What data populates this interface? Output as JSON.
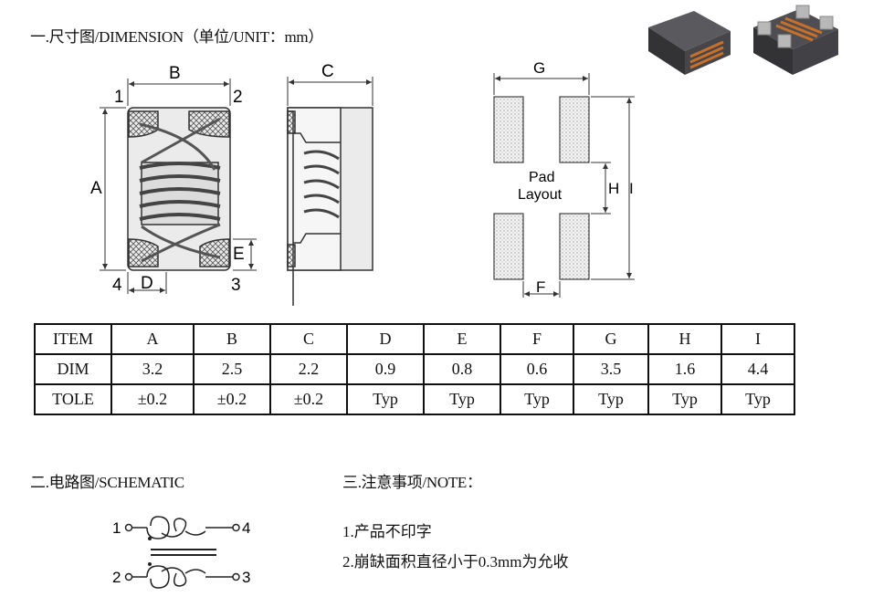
{
  "section1": {
    "title": "一.尺寸图/DIMENSION（单位/UNIT：mm）"
  },
  "drawing": {
    "labels": {
      "B": "B",
      "C": "C",
      "A": "A",
      "D": "D",
      "E": "E",
      "G": "G",
      "H": "H",
      "I": "I",
      "F": "F",
      "p1": "1",
      "p2": "2",
      "p3": "3",
      "p4": "4"
    },
    "pad_layout": {
      "line1": "Pad",
      "line2": "Layout"
    }
  },
  "table": {
    "headers": [
      "ITEM",
      "A",
      "B",
      "C",
      "D",
      "E",
      "F",
      "G",
      "H",
      "I"
    ],
    "rows": [
      [
        "DIM",
        "3.2",
        "2.5",
        "2.2",
        "0.9",
        "0.8",
        "0.6",
        "3.5",
        "1.6",
        "4.4"
      ],
      [
        "TOLE",
        "±0.2",
        "±0.2",
        "±0.2",
        "Typ",
        "Typ",
        "Typ",
        "Typ",
        "Typ",
        "Typ"
      ]
    ]
  },
  "section2": {
    "title": "二.电路图/SCHEMATIC",
    "pins": {
      "p1": "1",
      "p2": "2",
      "p3": "3",
      "p4": "4"
    }
  },
  "section3": {
    "title": "三.注意事项/NOTE：",
    "notes": [
      "1.产品不印字",
      "2.崩缺面积直径小于0.3mm为允收"
    ]
  },
  "colors": {
    "component_body": "#3a3a3c",
    "copper_wire": "#c8702a",
    "terminal": "#b8b8b8"
  }
}
